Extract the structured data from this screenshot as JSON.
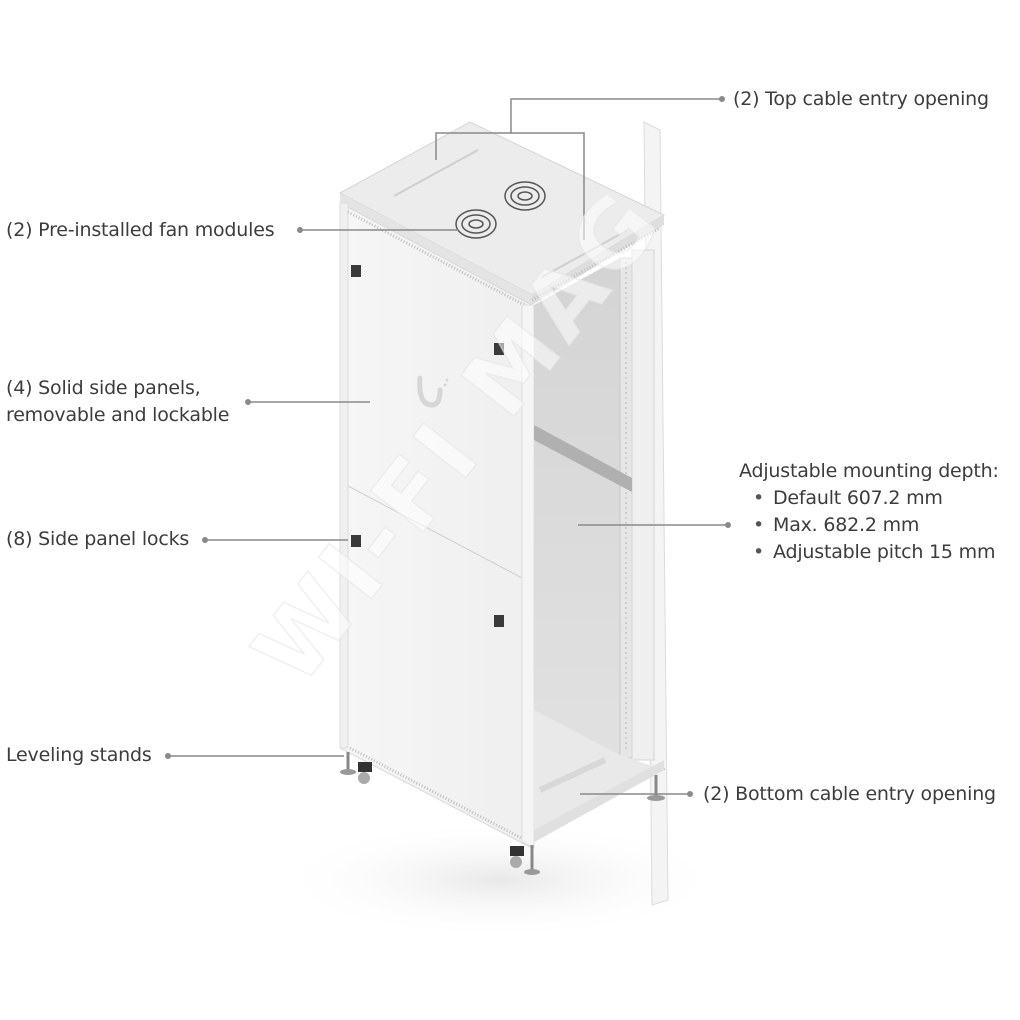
{
  "diagram": {
    "subject": "server-rack-cabinet",
    "callouts": {
      "top_cable": "(2) Top cable entry opening",
      "fans": "(2) Pre-installed fan modules",
      "side_panels_1": "(4) Solid side panels,",
      "side_panels_2": "removable and lockable",
      "locks": "(8) Side panel locks",
      "depth_title": "Adjustable mounting depth:",
      "depth_items": [
        "Default 607.2 mm",
        "Max. 682.2 mm",
        "Adjustable pitch 15 mm"
      ],
      "leveling": "Leveling stands",
      "bottom_cable": "(2) Bottom cable entry opening"
    },
    "watermark": "WI-FI MAG",
    "colors": {
      "leader_line": "#8a8a8a",
      "text": "#3c3c3c",
      "cabinet_body": "#f2f2f2",
      "cabinet_shadow": "#d9d9d9",
      "interior": "#c9c9c9"
    }
  }
}
